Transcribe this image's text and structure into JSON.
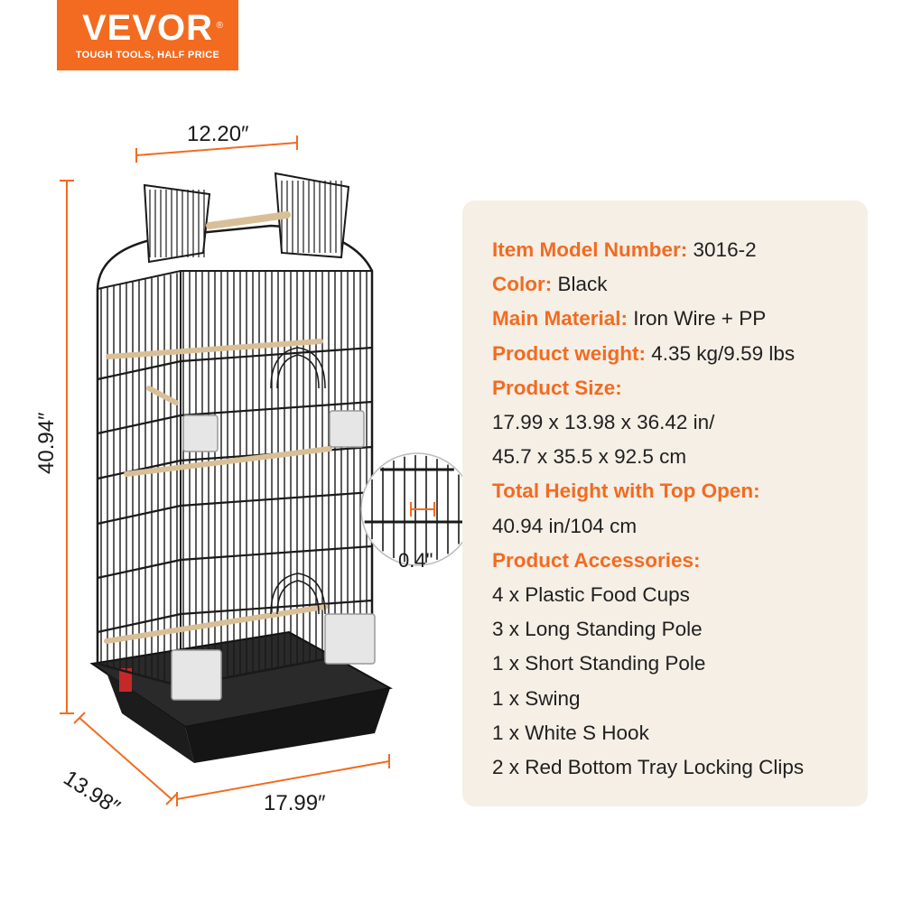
{
  "brand": {
    "name": "VEVOR",
    "registered": "®",
    "tagline": "TOUGH TOOLS, HALF PRICE"
  },
  "colors": {
    "accent": "#f26b21",
    "card_background": "#f5efe6",
    "cage": "#1a1a1a",
    "wood_perch": "#d9bf98"
  },
  "dimensions": {
    "width_top": "12.20″",
    "height": "40.94″",
    "depth": "13.98″",
    "length": "17.99″",
    "wire_gap": "0.4\""
  },
  "specs": [
    {
      "label": "Item Model Number:",
      "value": " 3016-2"
    },
    {
      "label": "Color:",
      "value": " Black"
    },
    {
      "label": "Main Material:",
      "value": " Iron Wire + PP"
    },
    {
      "label": "Product weight:",
      "value": " 4.35 kg/9.59 lbs"
    },
    {
      "label": "Product Size:",
      "value": ""
    },
    {
      "label": "",
      "value": "17.99 x 13.98 x 36.42 in/"
    },
    {
      "label": "",
      "value": "45.7 x 35.5 x 92.5 cm"
    },
    {
      "label": "Total  Height with Top Open:",
      "value": ""
    },
    {
      "label": "",
      "value": "40.94 in/104 cm"
    },
    {
      "label": "Product Accessories:",
      "value": ""
    },
    {
      "label": "",
      "value": "4 x Plastic Food Cups"
    },
    {
      "label": "",
      "value": "3 x Long Standing Pole"
    },
    {
      "label": "",
      "value": "1 x Short Standing Pole"
    },
    {
      "label": "",
      "value": "1 x Swing"
    },
    {
      "label": "",
      "value": "1 x White S Hook"
    },
    {
      "label": "",
      "value": "2 x Red Bottom Tray Locking Clips"
    }
  ]
}
